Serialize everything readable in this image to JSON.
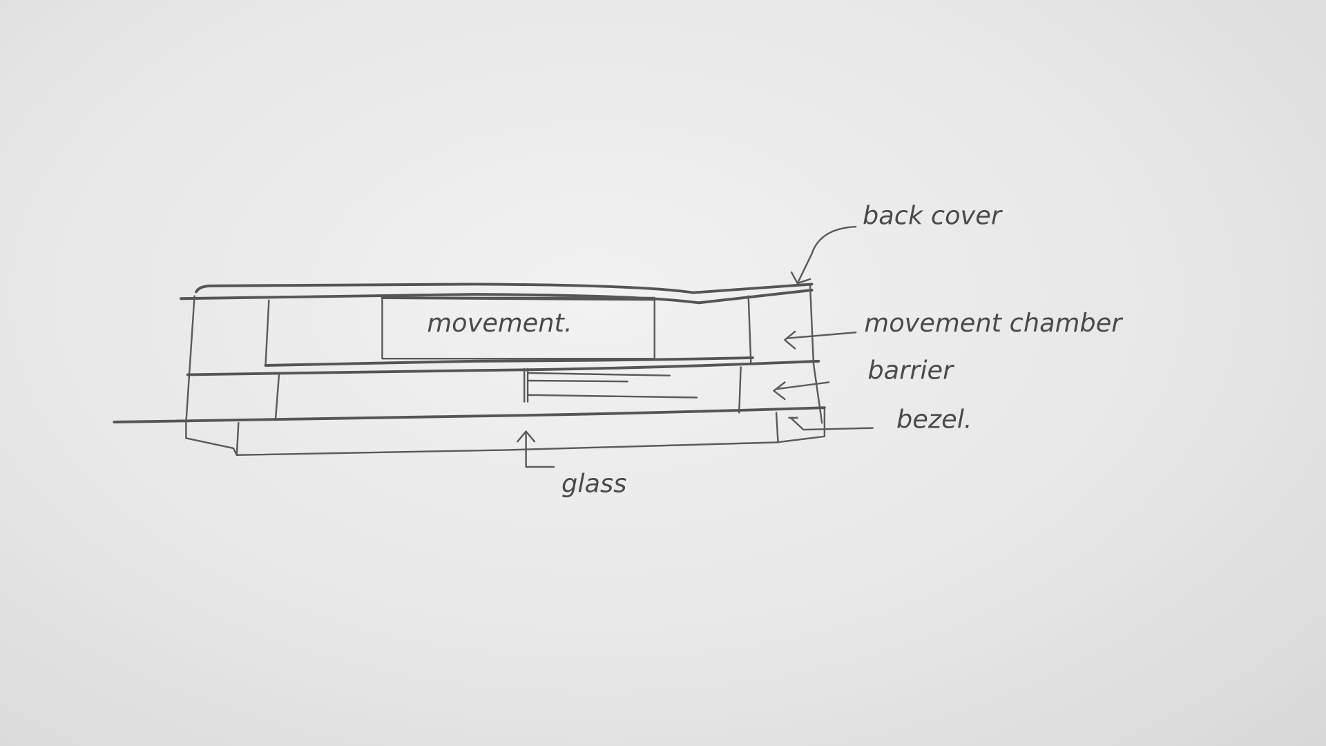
{
  "diagram": {
    "labels": {
      "movement": "movement.",
      "back_cover": "back cover",
      "movement_chamber": "movement chamber",
      "barrier": "barrier",
      "bezel": "bezel.",
      "glass": "glass"
    },
    "ink_color": "#5a5a5a",
    "paper_color": "#e9e9e9"
  }
}
